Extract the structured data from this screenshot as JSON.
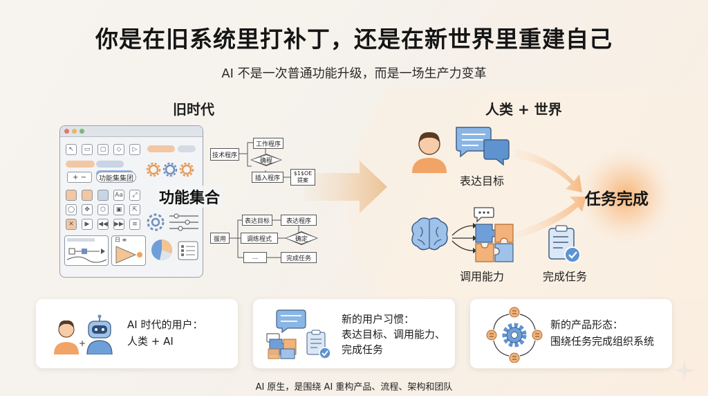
{
  "header": {
    "title": "你是在旧系统里打补丁，还是在新世界里重建自己",
    "subtitle": "AI 不是一次普通功能升级，而是一场生产力变革"
  },
  "old_era": {
    "heading": "旧时代",
    "feature_label": "功能集合",
    "ui_labels": [
      "+ −",
      "功能集集团",
      "Aa",
      "日 ≡"
    ],
    "flow_top": [
      "技术程序",
      "工作程序",
      "确程",
      "插入程序",
      "$1$OE 提案"
    ],
    "flow_bottom": [
      "拔用",
      "表达目标",
      "表达程序",
      "调练程式",
      "确定",
      "...",
      "完成任务"
    ]
  },
  "new_world": {
    "heading": "人类 + 世界",
    "express_label": "表达目标",
    "capability_label": "调用能力",
    "complete_label": "完成任务",
    "result_label": "任务完成"
  },
  "cards": [
    {
      "title": "AI 时代的用户：",
      "body": "人类 + AI"
    },
    {
      "title": "新的用户习惯：",
      "body": "表达目标、调用能力、完成任务"
    },
    {
      "title": "新的产品形态：",
      "body": "围绕任务完成组织系统"
    }
  ],
  "footer": "AI 原生，是围绕 AI 重构产品、流程、架构和团队",
  "colors": {
    "accent": "#f0a35e",
    "blue": "#6f9fd8",
    "glow": "#f7b072"
  }
}
